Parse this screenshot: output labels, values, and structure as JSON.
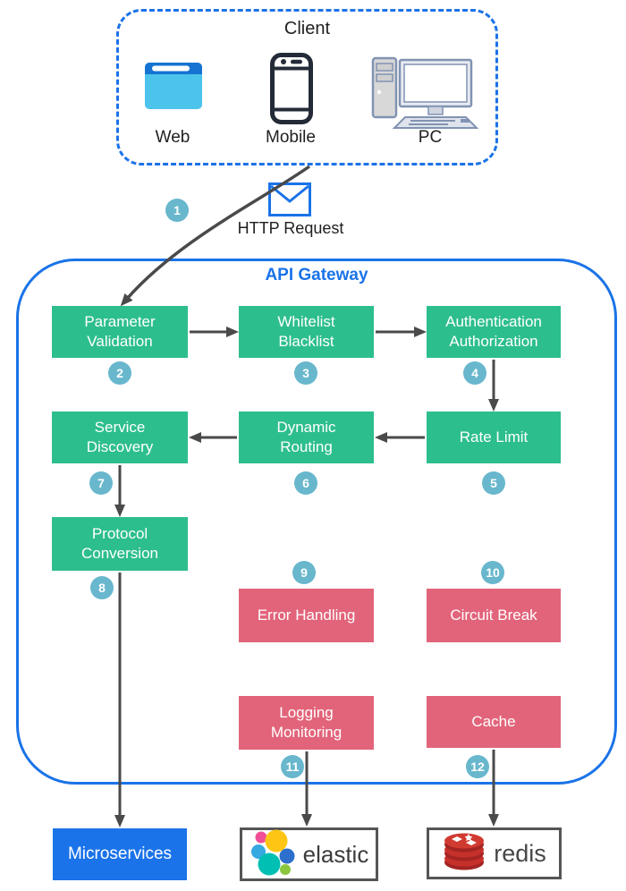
{
  "colors": {
    "blue_accent": "#1a73e8",
    "node_green": "#2dbe8d",
    "node_pink": "#e2647a",
    "badge_blue": "#68b7cd",
    "arrow_gray": "#4a4a4a",
    "microservices_blue": "#1a73e8"
  },
  "client": {
    "title": "Client",
    "items": [
      {
        "label": "Web",
        "icon": "web-browser-icon"
      },
      {
        "label": "Mobile",
        "icon": "mobile-phone-icon"
      },
      {
        "label": "PC",
        "icon": "desktop-pc-icon"
      }
    ]
  },
  "http_request": {
    "label": "HTTP Request",
    "badge": "1",
    "icon": "envelope-icon"
  },
  "gateway": {
    "title": "API Gateway",
    "nodes": [
      {
        "label": "Parameter\nValidation",
        "badge": "2",
        "color": "green"
      },
      {
        "label": "Whitelist\nBlacklist",
        "badge": "3",
        "color": "green"
      },
      {
        "label": "Authentication\nAuthorization",
        "badge": "4",
        "color": "green"
      },
      {
        "label": "Rate Limit",
        "badge": "5",
        "color": "green"
      },
      {
        "label": "Dynamic\nRouting",
        "badge": "6",
        "color": "green"
      },
      {
        "label": "Service\nDiscovery",
        "badge": "7",
        "color": "green"
      },
      {
        "label": "Protocol\nConversion",
        "badge": "8",
        "color": "green"
      },
      {
        "label": "Error Handling",
        "badge": "9",
        "color": "pink"
      },
      {
        "label": "Circuit Break",
        "badge": "10",
        "color": "pink"
      },
      {
        "label": "Logging\nMonitoring",
        "badge": "11",
        "color": "pink"
      },
      {
        "label": "Cache",
        "badge": "12",
        "color": "pink"
      }
    ]
  },
  "downstream": {
    "microservices": {
      "label": "Microservices"
    },
    "elastic": {
      "label": "elastic",
      "icon": "elastic-logo"
    },
    "redis": {
      "label": "redis",
      "icon": "redis-logo"
    }
  }
}
